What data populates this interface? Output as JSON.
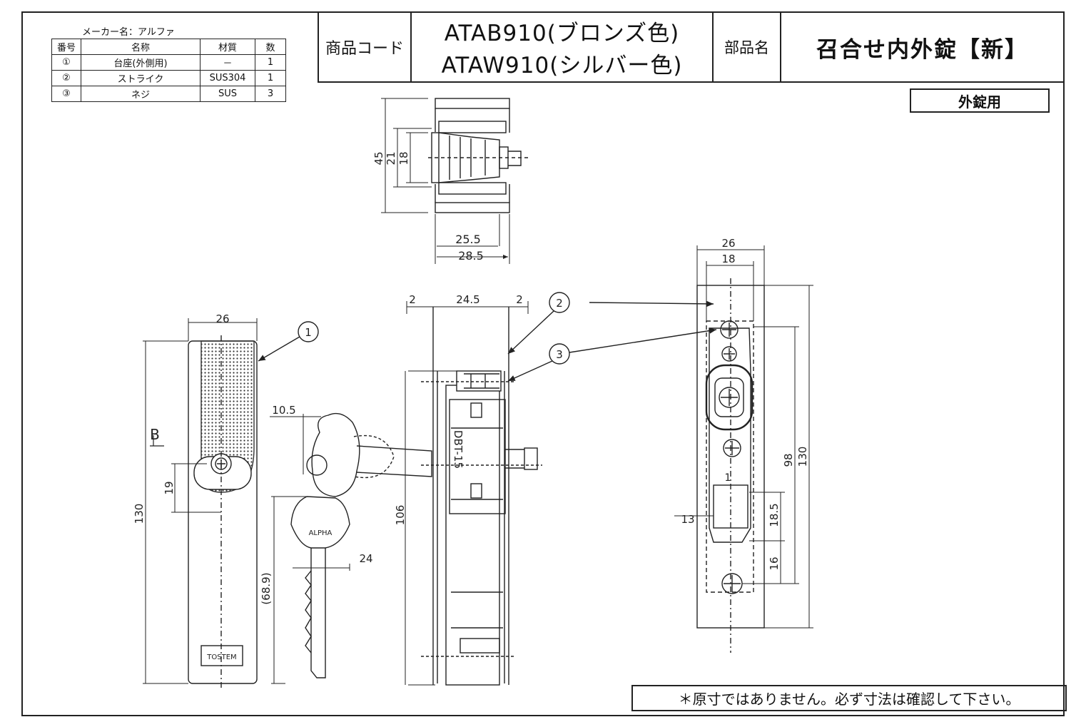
{
  "maker": "メーカー名：アルファ",
  "parts_table": {
    "headers": [
      "番号",
      "名称",
      "材質",
      "数"
    ],
    "rows": [
      [
        "①",
        "台座(外側用)",
        "－",
        "1"
      ],
      [
        "②",
        "ストライク",
        "SUS304",
        "1"
      ],
      [
        "③",
        "ネジ",
        "SUS",
        "3"
      ]
    ]
  },
  "title_block": {
    "code_label": "商品コード",
    "codes": [
      "ATAB910(ブロンズ色)",
      "ATAW910(シルバー色)"
    ],
    "part_label": "部品名",
    "part_name": "召合せ内外錠【新】"
  },
  "usage": "外錠用",
  "note": "＊原寸ではありません。必ず寸法は確認して下さい。",
  "callouts": [
    "1",
    "2",
    "3"
  ],
  "view_label": "B",
  "brand_marks": [
    "ALPHA",
    "TOSTEM"
  ],
  "section_text": "DBT-15",
  "dimensions": {
    "top_view": [
      "45",
      "21",
      "18",
      "25.5",
      "28.5"
    ],
    "front_view": [
      "26",
      "19",
      "130"
    ],
    "key_view": [
      "10.5",
      "24",
      "(68.9)"
    ],
    "side_view": [
      "2",
      "24.5",
      "2",
      "106"
    ],
    "strike_view": [
      "26",
      "18",
      "130",
      "98",
      "18.5",
      "16",
      "13",
      "1"
    ]
  }
}
